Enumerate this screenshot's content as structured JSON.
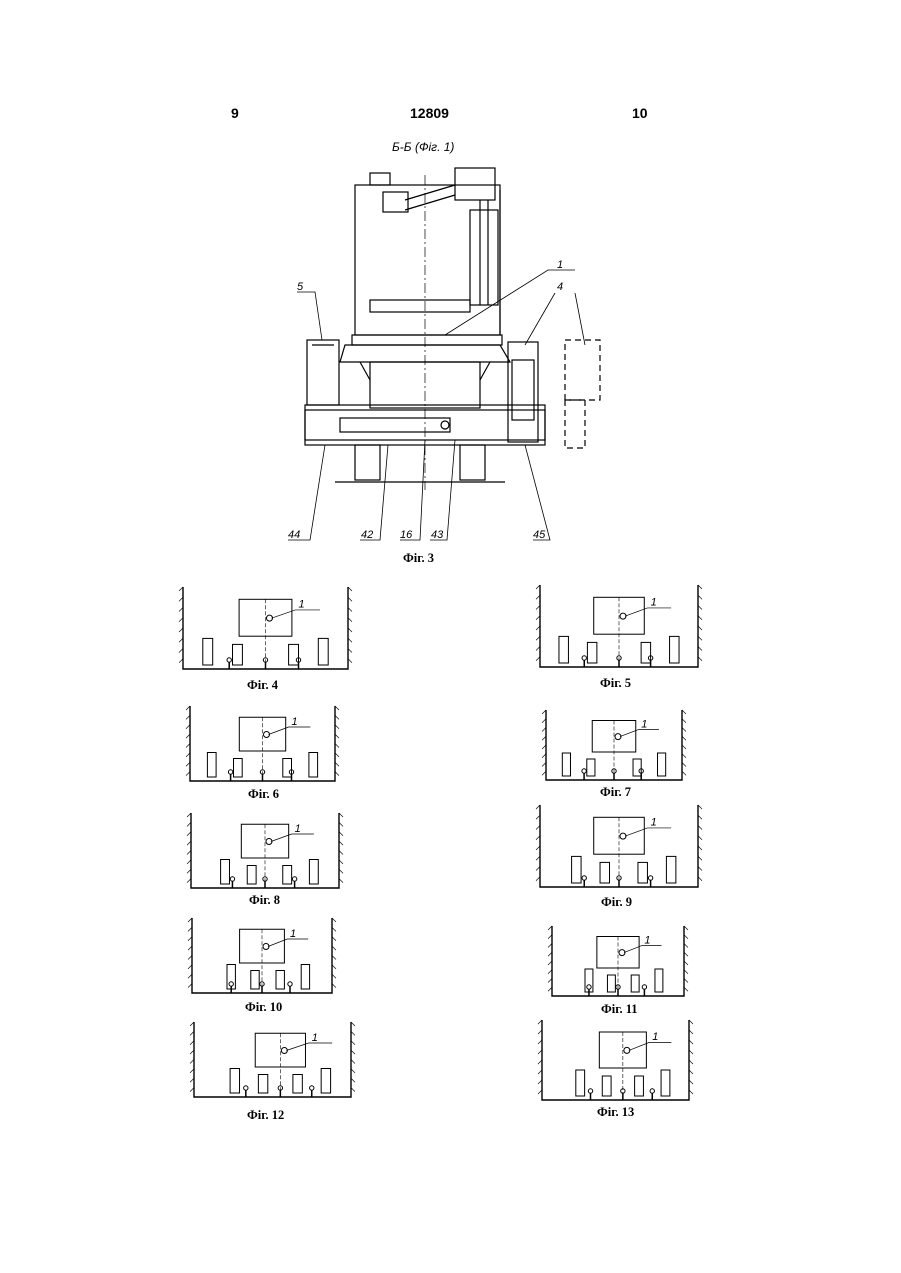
{
  "header": {
    "left_page": "9",
    "patent_number": "12809",
    "right_page": "10"
  },
  "section_title": "Б-Б (Фіг. 1)",
  "figure3": {
    "caption": "Фіг. 3",
    "labels": [
      "1",
      "4",
      "5",
      "44",
      "42",
      "16",
      "43",
      "45"
    ]
  },
  "small_figures": [
    {
      "caption": "Фіг. 4",
      "label": "1"
    },
    {
      "caption": "Фіг. 5",
      "label": "1"
    },
    {
      "caption": "Фіг. 6",
      "label": "1"
    },
    {
      "caption": "Фіг. 7",
      "label": "1"
    },
    {
      "caption": "Фіг. 8",
      "label": "1"
    },
    {
      "caption": "Фіг. 9",
      "label": "1"
    },
    {
      "caption": "Фіг. 10",
      "label": "1"
    },
    {
      "caption": "Фіг. 11",
      "label": "1"
    },
    {
      "caption": "Фіг. 12",
      "label": "1"
    },
    {
      "caption": "Фіг. 13",
      "label": "1"
    }
  ]
}
